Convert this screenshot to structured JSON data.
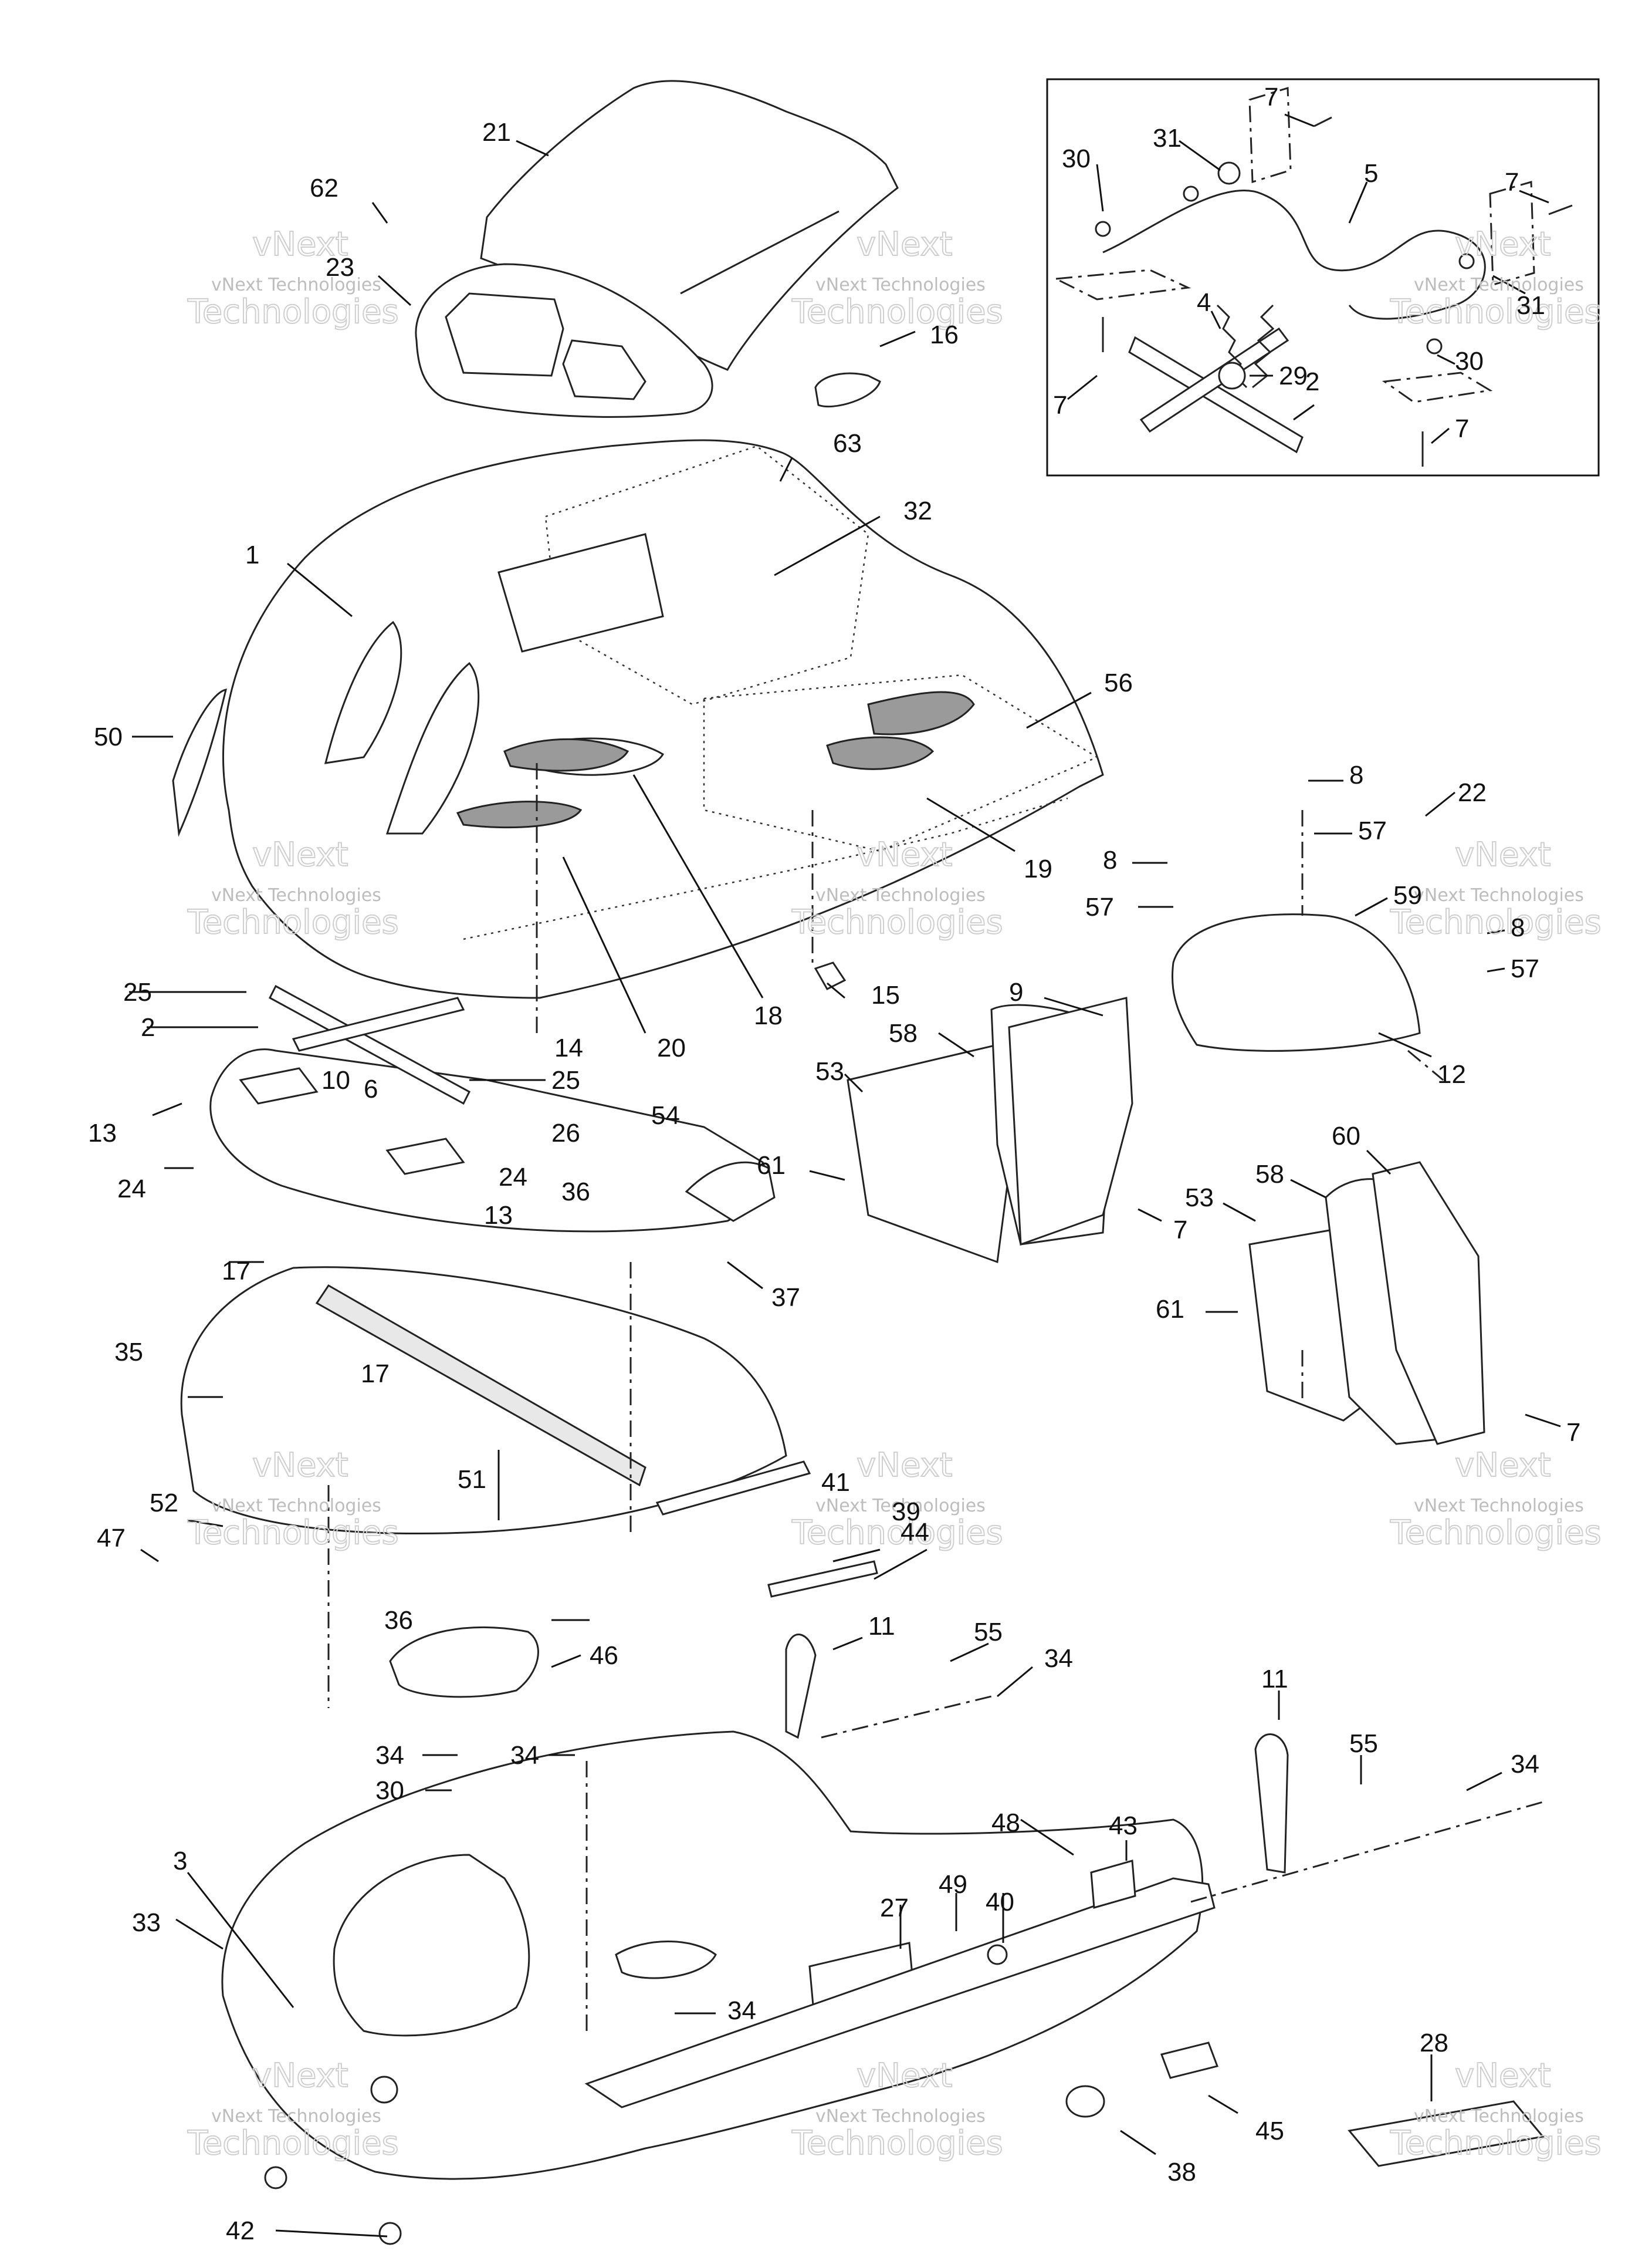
{
  "callouts": [
    {
      "id": "c21a",
      "text": "21"
    },
    {
      "id": "c62",
      "text": "62"
    },
    {
      "id": "c23",
      "text": "23"
    },
    {
      "id": "c16",
      "text": "16"
    },
    {
      "id": "c63",
      "text": "63"
    },
    {
      "id": "c32",
      "text": "32"
    },
    {
      "id": "c1",
      "text": "1"
    },
    {
      "id": "c50",
      "text": "50"
    },
    {
      "id": "c56",
      "text": "56"
    },
    {
      "id": "c19",
      "text": "19"
    },
    {
      "id": "c18",
      "text": "18"
    },
    {
      "id": "c20",
      "text": "20"
    },
    {
      "id": "c14",
      "text": "14"
    },
    {
      "id": "c15",
      "text": "15"
    },
    {
      "id": "c25a",
      "text": "25"
    },
    {
      "id": "c2a",
      "text": "2"
    },
    {
      "id": "c10",
      "text": "10"
    },
    {
      "id": "c25b",
      "text": "25"
    },
    {
      "id": "c26",
      "text": "26"
    },
    {
      "id": "c13a",
      "text": "13"
    },
    {
      "id": "c6",
      "text": "6"
    },
    {
      "id": "c24a",
      "text": "24"
    },
    {
      "id": "c24b",
      "text": "24"
    },
    {
      "id": "c54",
      "text": "54"
    },
    {
      "id": "c36a",
      "text": "36"
    },
    {
      "id": "c13b",
      "text": "13"
    },
    {
      "id": "c17a",
      "text": "17"
    },
    {
      "id": "c37",
      "text": "37"
    },
    {
      "id": "c17b",
      "text": "17"
    },
    {
      "id": "c35",
      "text": "35"
    },
    {
      "id": "c51",
      "text": "51"
    },
    {
      "id": "c52",
      "text": "52"
    },
    {
      "id": "c47",
      "text": "47"
    },
    {
      "id": "c41",
      "text": "41"
    },
    {
      "id": "c39",
      "text": "39"
    },
    {
      "id": "c44",
      "text": "44"
    },
    {
      "id": "c36b",
      "text": "36"
    },
    {
      "id": "c46",
      "text": "46"
    },
    {
      "id": "c11a",
      "text": "11"
    },
    {
      "id": "c55a",
      "text": "55"
    },
    {
      "id": "c34a",
      "text": "34"
    },
    {
      "id": "c34b",
      "text": "34"
    },
    {
      "id": "c34c",
      "text": "34"
    },
    {
      "id": "c30a",
      "text": "30"
    },
    {
      "id": "c11b",
      "text": "11"
    },
    {
      "id": "c55b",
      "text": "55"
    },
    {
      "id": "c34d",
      "text": "34"
    },
    {
      "id": "c3",
      "text": "3"
    },
    {
      "id": "c33",
      "text": "33"
    },
    {
      "id": "c48",
      "text": "48"
    },
    {
      "id": "c43",
      "text": "43"
    },
    {
      "id": "c49",
      "text": "49"
    },
    {
      "id": "c40",
      "text": "40"
    },
    {
      "id": "c27",
      "text": "27"
    },
    {
      "id": "c34e",
      "text": "34"
    },
    {
      "id": "c28",
      "text": "28"
    },
    {
      "id": "c45",
      "text": "45"
    },
    {
      "id": "c38",
      "text": "38"
    },
    {
      "id": "c42",
      "text": "42"
    },
    {
      "id": "c9",
      "text": "9"
    },
    {
      "id": "c58a",
      "text": "58"
    },
    {
      "id": "c53a",
      "text": "53"
    },
    {
      "id": "c61a",
      "text": "61"
    },
    {
      "id": "c7a",
      "text": "7"
    },
    {
      "id": "c8a",
      "text": "8"
    },
    {
      "id": "c57a",
      "text": "57"
    },
    {
      "id": "c22",
      "text": "22"
    },
    {
      "id": "c8b",
      "text": "8"
    },
    {
      "id": "c57b",
      "text": "57"
    },
    {
      "id": "c59",
      "text": "59"
    },
    {
      "id": "c8c",
      "text": "8"
    },
    {
      "id": "c57c",
      "text": "57"
    },
    {
      "id": "c12",
      "text": "12"
    },
    {
      "id": "c60",
      "text": "60"
    },
    {
      "id": "c58b",
      "text": "58"
    },
    {
      "id": "c53b",
      "text": "53"
    },
    {
      "id": "c61b",
      "text": "61"
    },
    {
      "id": "c7b",
      "text": "7"
    },
    {
      "id": "c7c",
      "text": "7"
    },
    {
      "id": "c31a",
      "text": "31"
    },
    {
      "id": "c30b",
      "text": "30"
    },
    {
      "id": "c5",
      "text": "5"
    },
    {
      "id": "c7d",
      "text": "7"
    },
    {
      "id": "c31b",
      "text": "31"
    },
    {
      "id": "c4",
      "text": "4"
    },
    {
      "id": "c29",
      "text": "29"
    },
    {
      "id": "c30c",
      "text": "30"
    },
    {
      "id": "c7e",
      "text": "7"
    },
    {
      "id": "c2b",
      "text": "2"
    },
    {
      "id": "c7f",
      "text": "7"
    }
  ],
  "watermark": {
    "line1": "vNext",
    "line2": "vNext Technologies",
    "line3": "Technologies"
  }
}
